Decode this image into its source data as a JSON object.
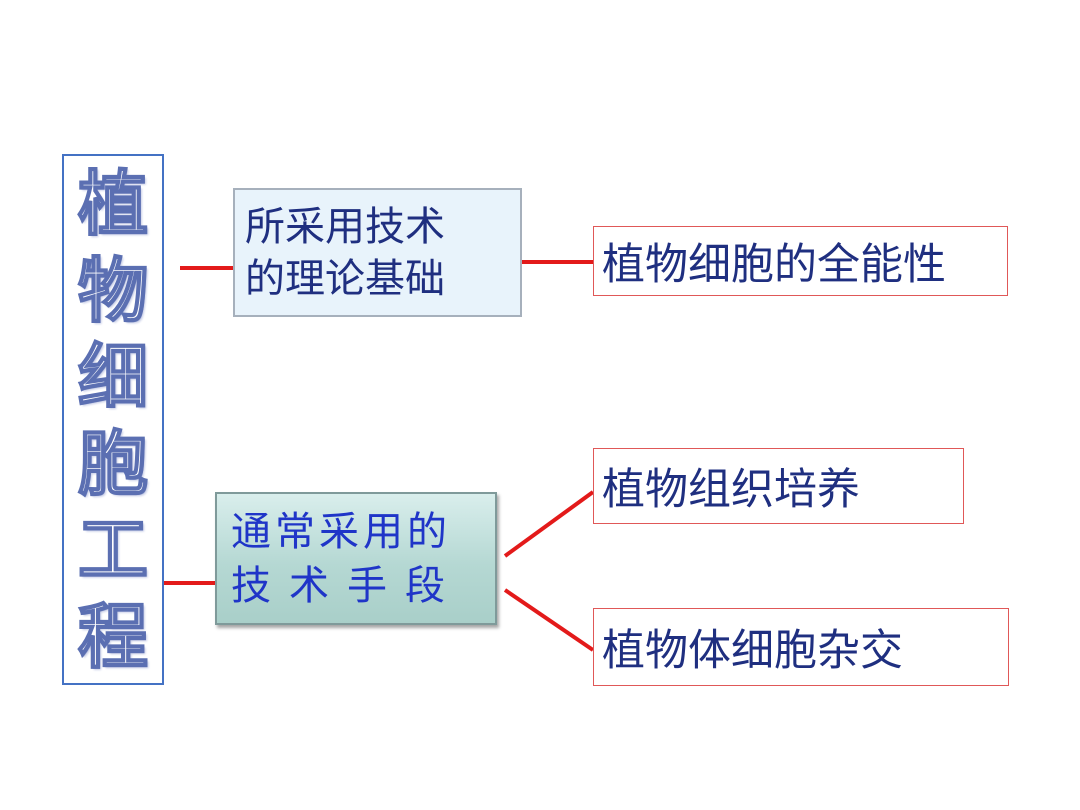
{
  "title": {
    "chars": [
      "植",
      "物",
      "细",
      "胞",
      "工",
      "程"
    ]
  },
  "nodes": {
    "theory": {
      "line1": "所采用技术",
      "line2": "的理论基础"
    },
    "methods": {
      "line1": "通常采用的",
      "line2": "技术手段"
    }
  },
  "leaves": {
    "totipotency": "植物细胞的全能性",
    "tissue_culture": "植物组织培养",
    "somatic_hybridization": "植物体细胞杂交"
  },
  "colors": {
    "connector": "#e31a1a",
    "title_border": "#4472c4",
    "text_dark_blue": "#1f2f80",
    "text_bright_blue": "#1f35c8",
    "leaf_border": "#e05858"
  }
}
